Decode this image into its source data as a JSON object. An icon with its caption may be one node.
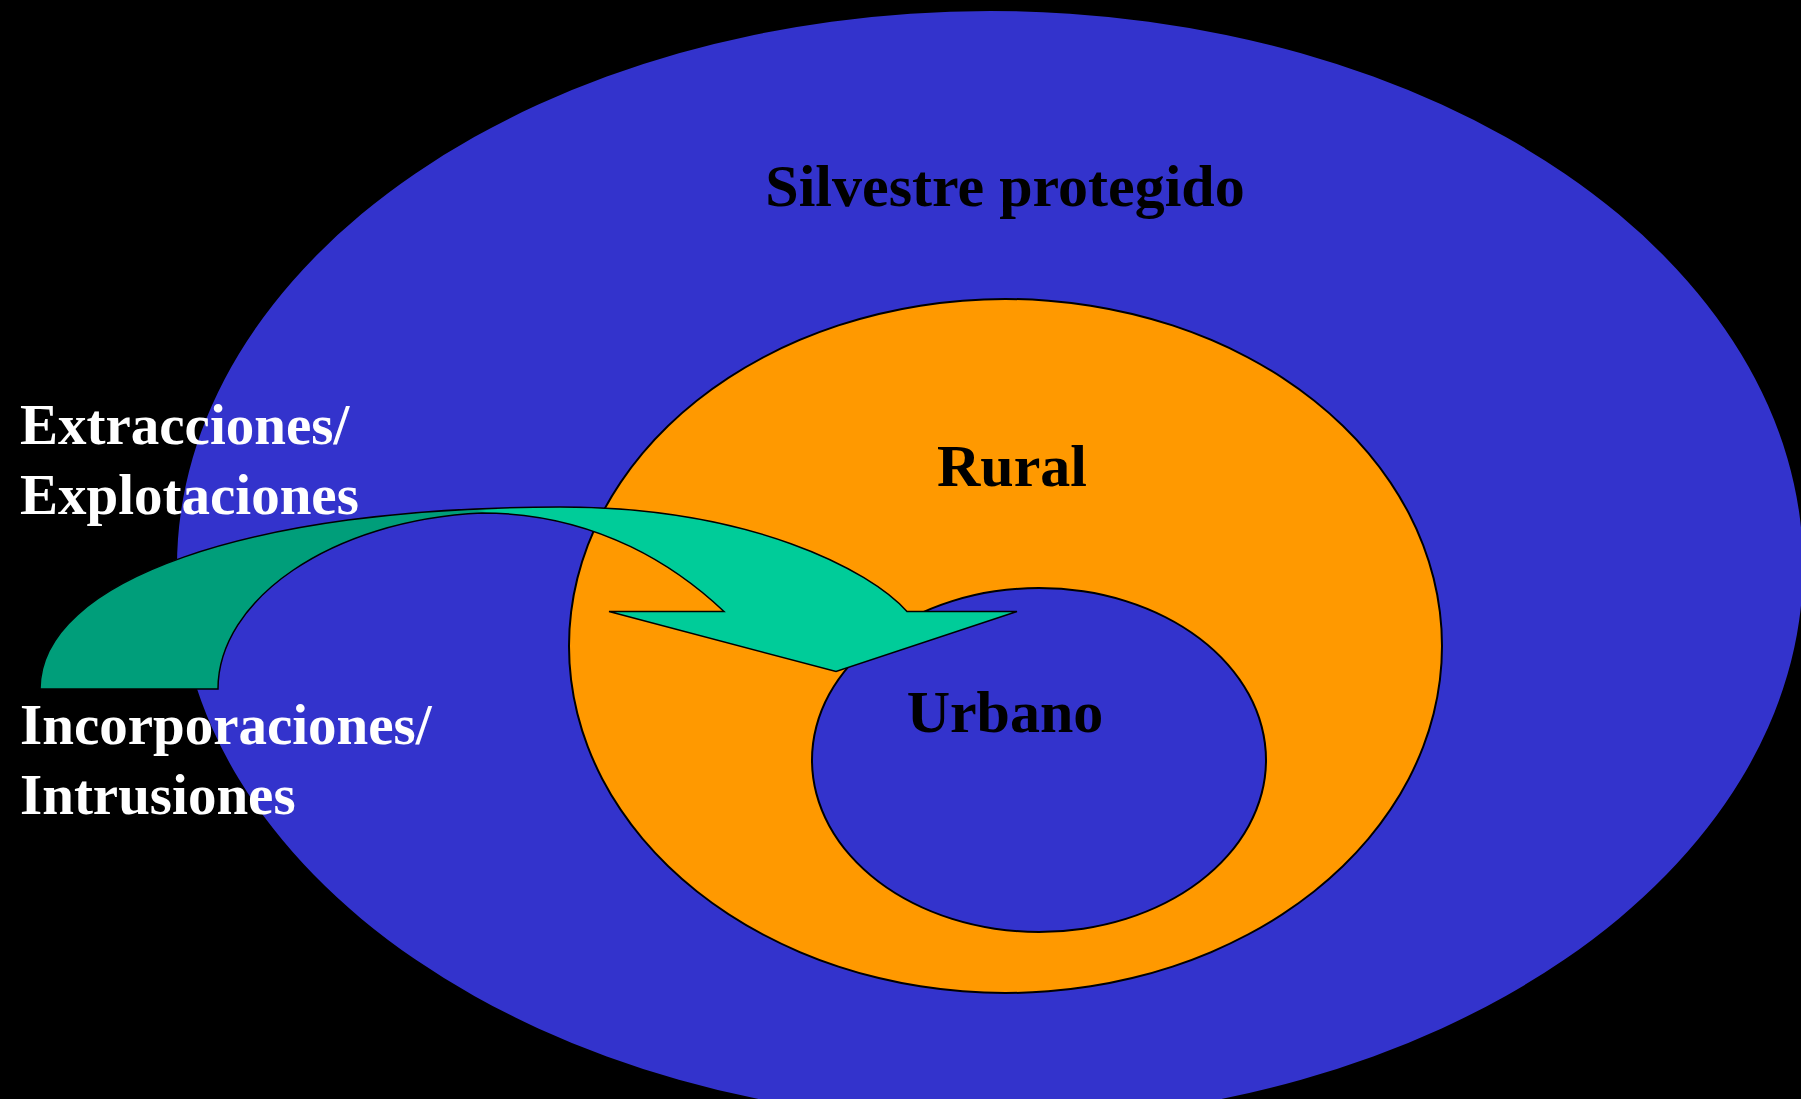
{
  "diagram": {
    "nodes": [
      {
        "text": [
          "Silvestre protegido"
        ]
      },
      {
        "text": [
          "Rural"
        ],
        "in": 0
      },
      {
        "text": [
          "Urbano"
        ],
        "in": 1
      },
      {
        "text": [
          "Extracciones/ Explotaciones"
        ]
      },
      {
        "text": [
          "Incorporaciones/ Intrusiones"
        ]
      }
    ],
    "edges": [
      {
        "from": null,
        "to": 2,
        "arrow": "to"
      }
    ]
  }
}
